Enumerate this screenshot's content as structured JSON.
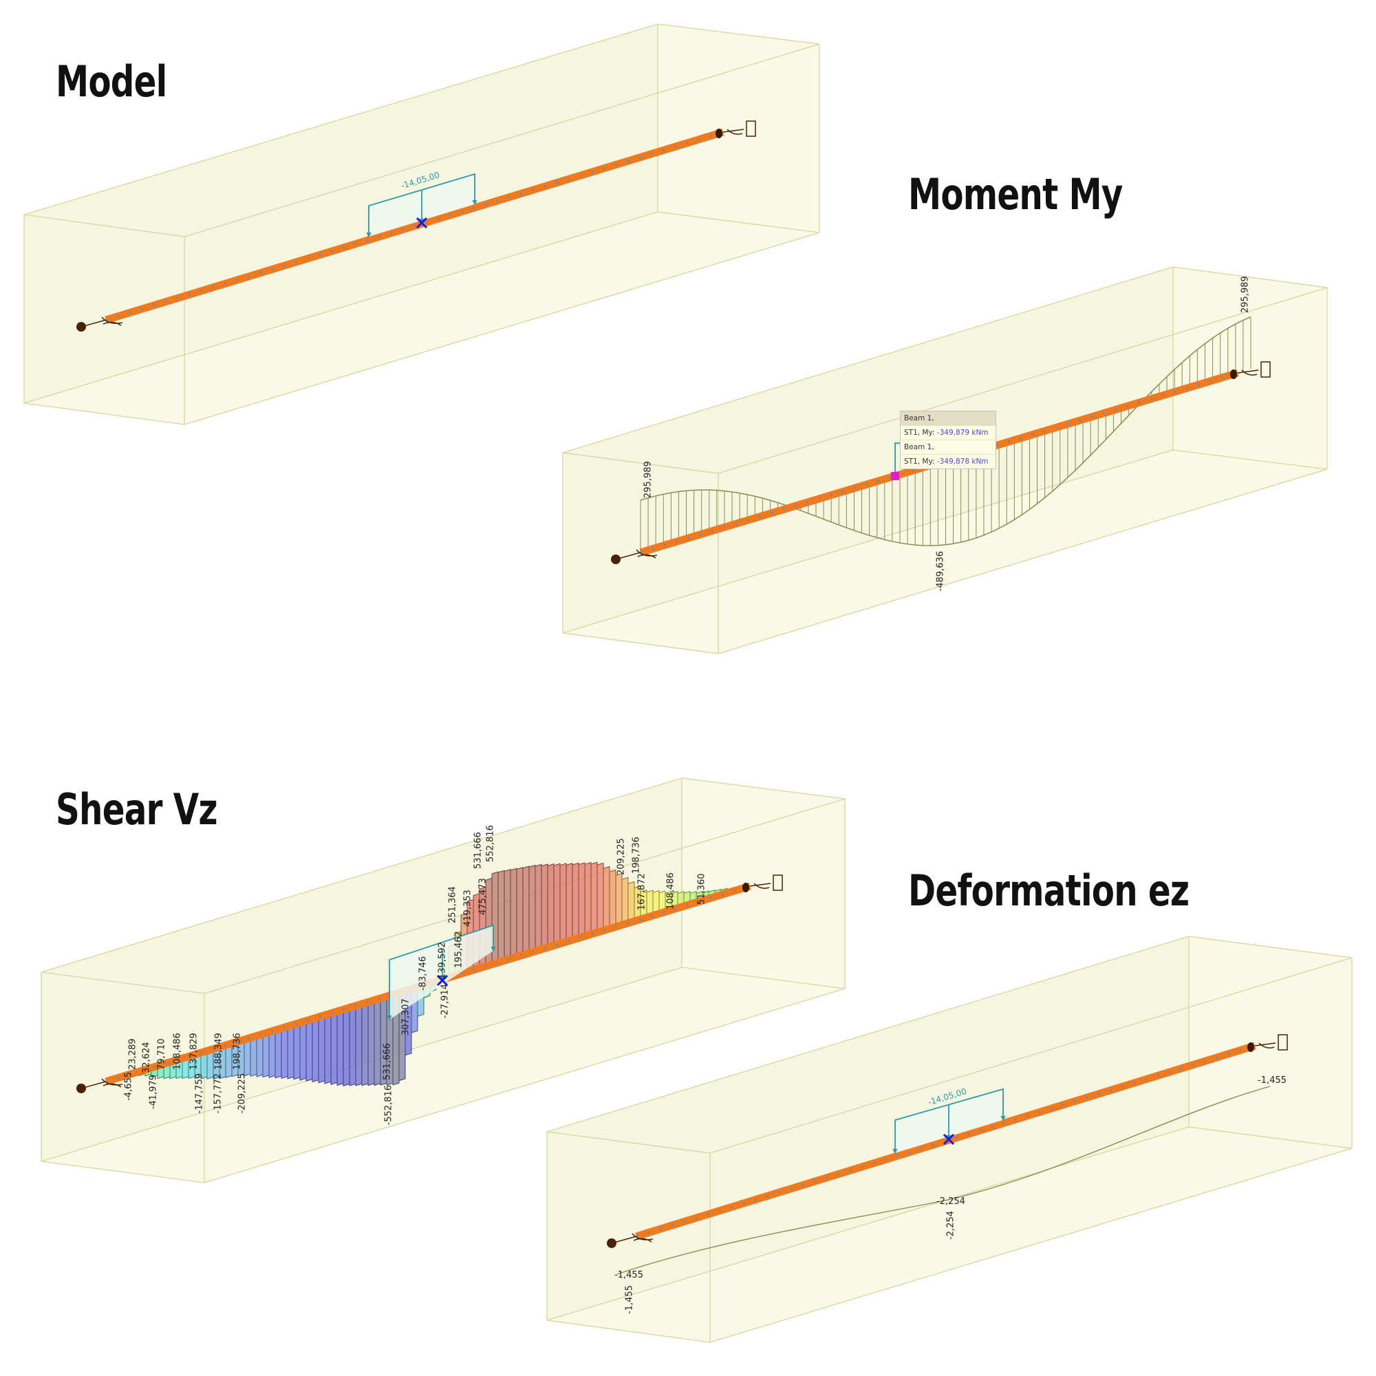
{
  "panels": {
    "model": {
      "title": "Model",
      "load_label": "-14,05,00"
    },
    "moment": {
      "title": "Moment My",
      "labels": {
        "left": "295,989",
        "right": "295,989",
        "min": "-489,636"
      },
      "tooltip": [
        {
          "name": "Beam 1,",
          "prefix": "ST1, My: ",
          "value": "-349,879 kNm"
        },
        {
          "name": "Beam 1,",
          "prefix": "ST1, My: ",
          "value": "-349,878 kNm"
        }
      ]
    },
    "shear": {
      "title": "Shear Vz",
      "labels": [
        "-4,655",
        "23,289",
        "32,624",
        "-41,979",
        "79,710",
        "108,486",
        "137,829",
        "-147,759",
        "188,349",
        "-157,772",
        "198,736",
        "-209,225",
        "531,666",
        "-552,816",
        "307,307",
        "-83,746",
        "-27,914",
        "139,592",
        "195,462",
        "251,364",
        "419,353",
        "475,473",
        "531,666",
        "552,816",
        "209,225",
        "198,736",
        "167,872",
        "108,486",
        "51,360"
      ]
    },
    "deformation": {
      "title": "Deformation ez",
      "load_label": "-14,05,00",
      "labels": [
        "-1,455",
        "-1,455",
        "-2,254",
        "-2,254",
        "-1,455"
      ]
    }
  },
  "colors": {
    "beam": "#f07a20",
    "box_fill": "#f8f8e2",
    "box_edge": "#d6d6a0",
    "load": "#2a9aaa",
    "diagram": "#8a8a50"
  }
}
